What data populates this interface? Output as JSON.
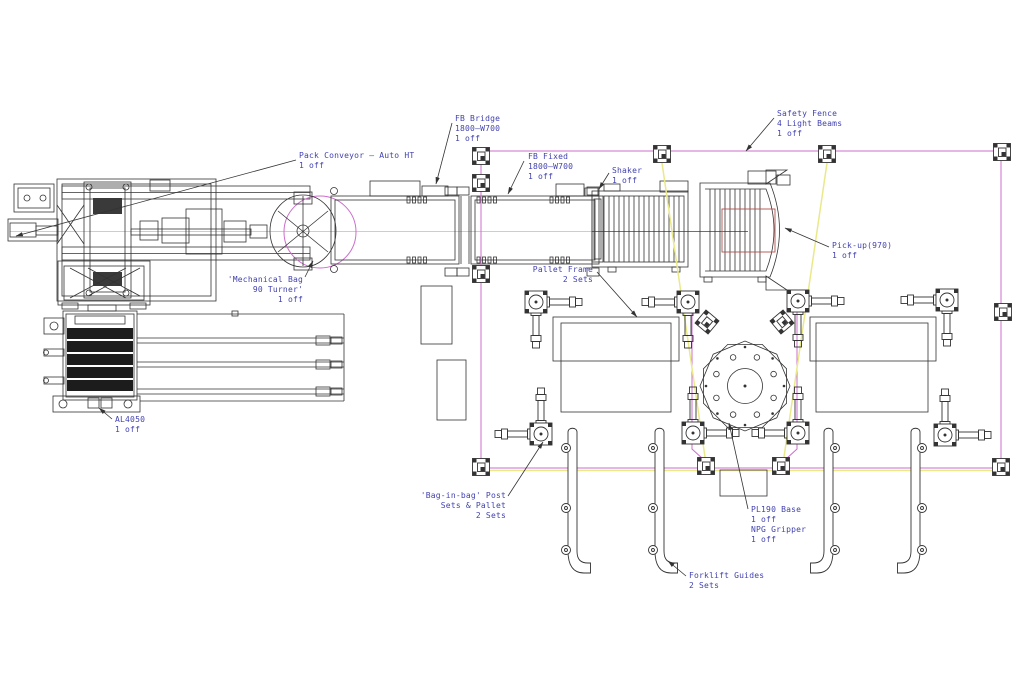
{
  "drawing_type": "CAD plant layout plan - bagging and palletizing line",
  "labels": {
    "pack_conveyor": "Pack Conveyor – Auto HT\n1 off",
    "fb_bridge": "FB Bridge\n1800–W700\n1 off",
    "fb_fixed": "FB Fixed\n1800–W700\n1 off",
    "shaker": "Shaker\n1 off",
    "safety_fence": "Safety Fence\n4 Light Beams\n1 off",
    "pickup": "Pick-up(970)\n1 off",
    "mech_bag": "'Mechanical Bag\n90 Turner'\n1 off",
    "pallet_frame": "Pallet Frame\n2 Sets",
    "al4050": "AL4050\n1 off",
    "bag_in_bag": "'Bag-in-bag' Post\nSets & Pallet\n2 Sets",
    "pl190": "PL190 Base\n1 off\nNPG Gripper\n1 off",
    "forklift": "Forklift Guides\n2 Sets"
  },
  "colors": {
    "annotation_text": "#4242b0",
    "safety_fence_line": "#cc6ecc",
    "light_beam_line": "#e9e98a",
    "drawing_line": "#333333",
    "hidden_detail_red": "#b0524e",
    "center_line_blue": "#5b6fb5",
    "background": "#ffffff"
  }
}
